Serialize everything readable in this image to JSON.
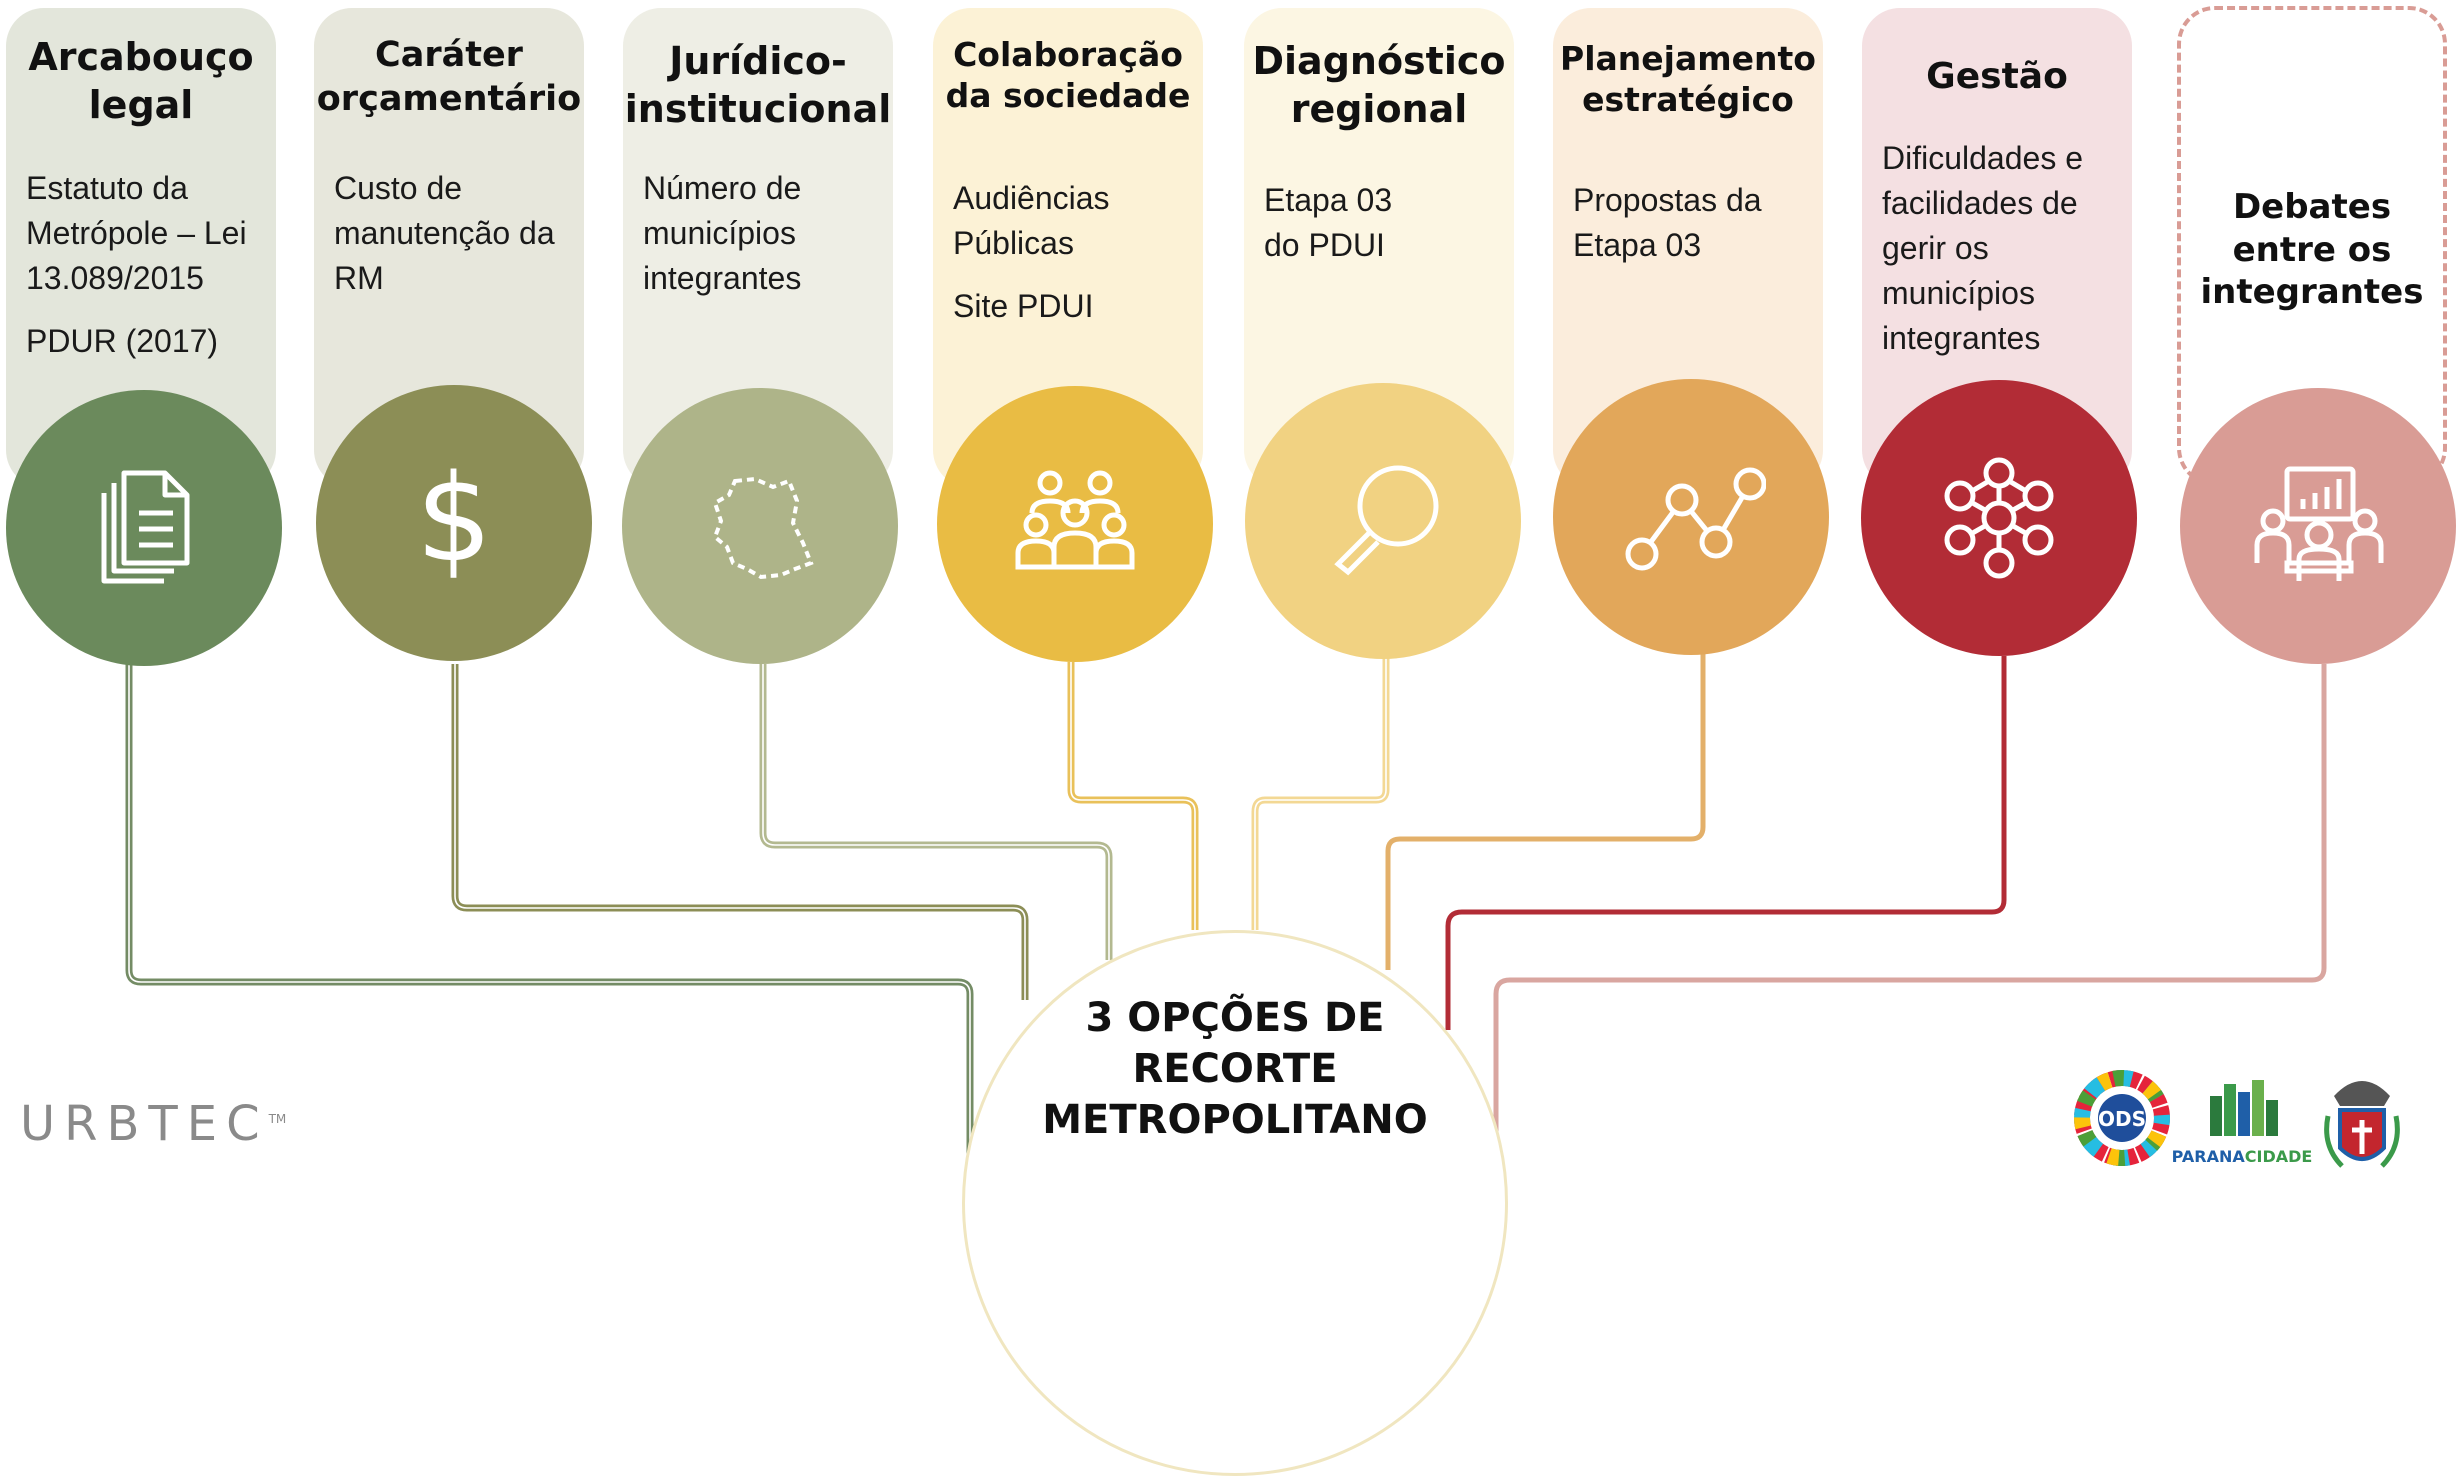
{
  "cards": [
    {
      "title": "Arcabouço\nlegal",
      "items": [
        "Estatuto da Metrópole – Lei 13.089/2015",
        "PDUR (2017)"
      ],
      "icon": "documents-icon",
      "bg": "#e3e6db",
      "circle": "#6b8a5c"
    },
    {
      "title": "Caráter\norçamentário",
      "items": [
        "Custo de manutenção da RM"
      ],
      "icon": "dollar-icon",
      "bg": "#e7e7dc",
      "circle": "#8c8e56"
    },
    {
      "title": "Jurídico-\ninstitucional",
      "items": [
        "Número de municípios integrantes"
      ],
      "icon": "map-outline-icon",
      "bg": "#eeeee5",
      "circle": "#aeb489"
    },
    {
      "title": "Colaboração\nda sociedade",
      "items": [
        "Audiências Públicas",
        "Site PDUI"
      ],
      "icon": "people-group-icon",
      "bg": "#fcf2d6",
      "circle": "#e9bc44"
    },
    {
      "title": "Diagnóstico\nregional",
      "items": [
        "Etapa 03\ndo PDUI"
      ],
      "icon": "magnifier-icon",
      "bg": "#fcf6e3",
      "circle": "#f1d282"
    },
    {
      "title": "Planejamento\nestratégico",
      "items": [
        "Propostas da\nEtapa 03"
      ],
      "icon": "line-chart-icon",
      "bg": "#fbeddc",
      "circle": "#e2a75a"
    },
    {
      "title": "Gestão",
      "items": [
        "Dificuldades e facilidades de gerir os municípios integrantes"
      ],
      "icon": "network-icon",
      "bg": "#f4e0e2",
      "circle": "#b22c36"
    },
    {
      "title": "Debates\nentre os\nintegrantes",
      "items": [],
      "icon": "meeting-presentation-icon",
      "bg": "#ffffff",
      "circle": "#d99c95"
    }
  ],
  "center": {
    "label": "3 OPÇÕES DE\nRECORTE\nMETROPOLITANO"
  },
  "footer": {
    "left_logo": "URBTEC",
    "left_logo_mark": "TM",
    "ods_logo": "ODS",
    "parana_logo_a": "PARANA",
    "parana_logo_b": "CIDADE",
    "crest": "parana-state-crest-icon"
  }
}
